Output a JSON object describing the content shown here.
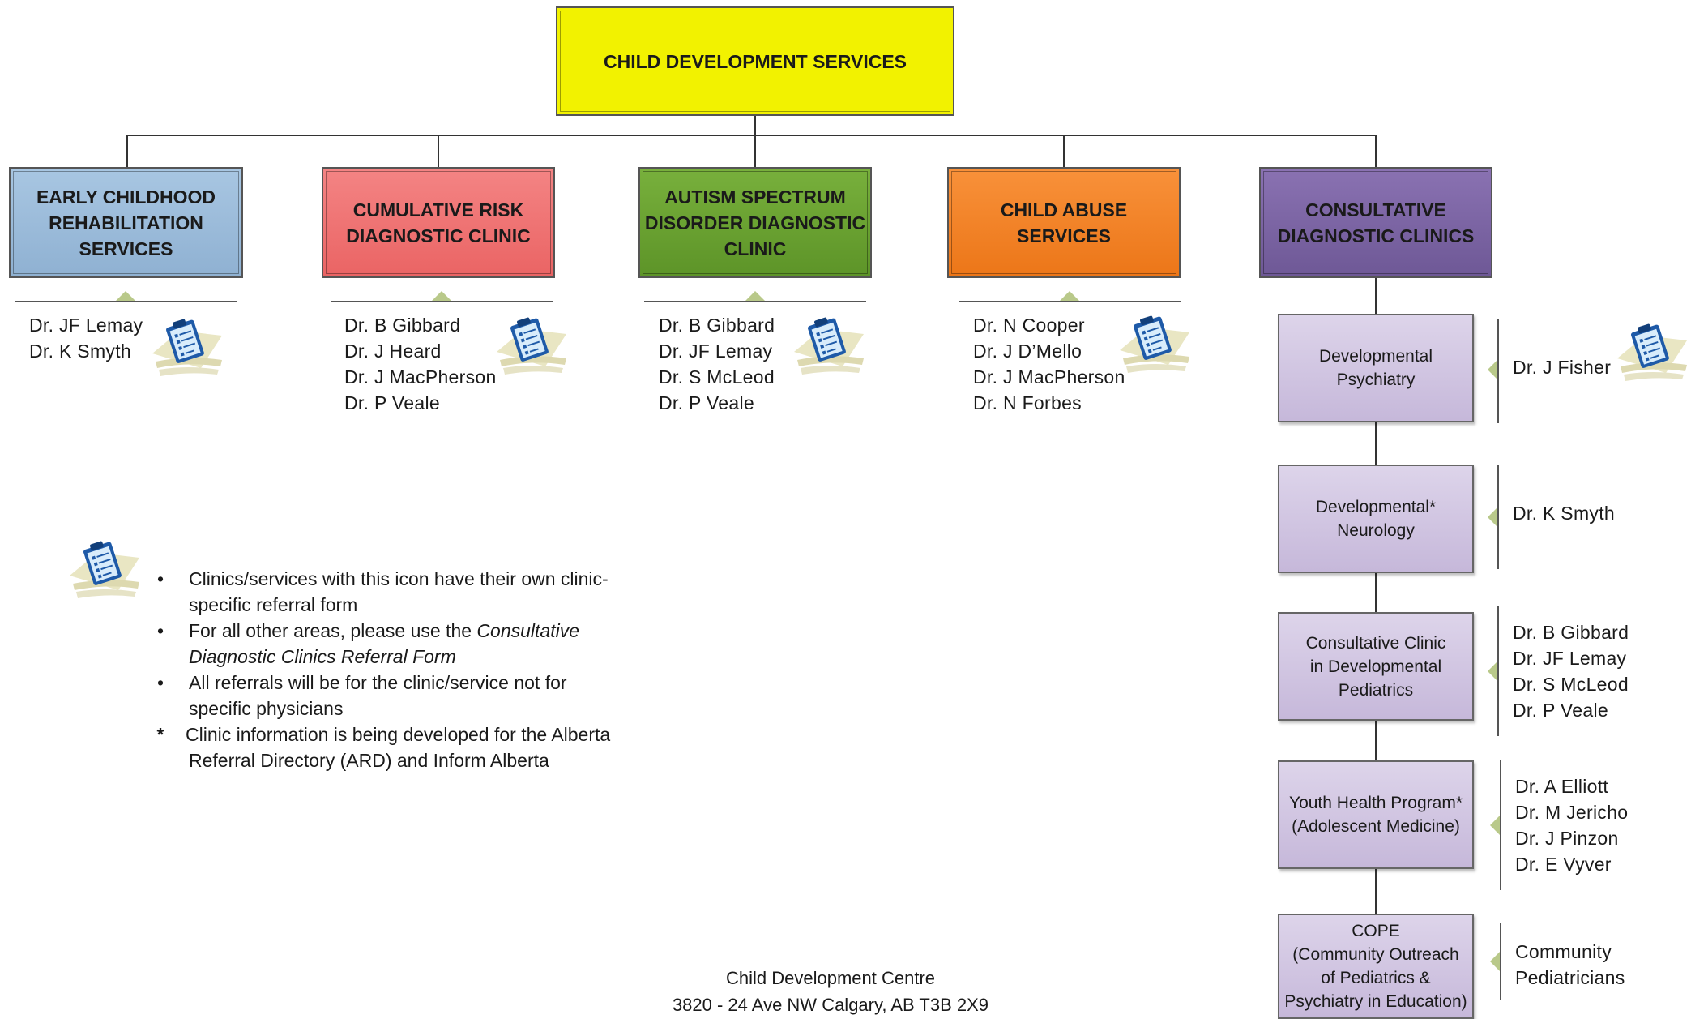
{
  "title": "CHILD DEVELOPMENT SERVICES",
  "colors": {
    "title_fill": "#f2f200",
    "early_childhood": "#9bbbd9",
    "cumulative_risk": "#f07272",
    "autism": "#6aa132",
    "child_abuse": "#f28322",
    "consultative": "#7a63a3",
    "sub_clinic": "#d0c5e0",
    "icon": "clipboard-icon"
  },
  "services": [
    {
      "label": "EARLY CHILDHOOD\nREHABILITATION\nSERVICES",
      "doctors": [
        "Dr. JF Lemay",
        "Dr. K Smyth"
      ]
    },
    {
      "label": "CUMULATIVE RISK\nDIAGNOSTIC CLINIC",
      "doctors": [
        "Dr. B Gibbard",
        "Dr. J Heard",
        "Dr. J MacPherson",
        "Dr. P Veale"
      ]
    },
    {
      "label": "AUTISM SPECTRUM\nDISORDER DIAGNOSTIC\nCLINIC",
      "doctors": [
        "Dr. B Gibbard",
        "Dr. JF Lemay",
        "Dr. S McLeod",
        "Dr. P Veale"
      ]
    },
    {
      "label": "CHILD ABUSE\nSERVICES",
      "doctors": [
        "Dr. N Cooper",
        "Dr. J D’Mello",
        "Dr. J MacPherson",
        "Dr. N Forbes"
      ]
    },
    {
      "label": "CONSULTATIVE\nDIAGNOSTIC CLINICS"
    }
  ],
  "consultative_clinics": [
    {
      "label": "Developmental\nPsychiatry",
      "doctors": [
        "Dr. J Fisher"
      ]
    },
    {
      "label": "Developmental*\nNeurology",
      "doctors": [
        "Dr. K Smyth"
      ]
    },
    {
      "label": "Consultative Clinic\nin Developmental\nPediatrics",
      "doctors": [
        "Dr. B Gibbard",
        "Dr. JF Lemay",
        "Dr. S McLeod",
        "Dr. P Veale"
      ]
    },
    {
      "label": "Youth Health Program*\n(Adolescent Medicine)",
      "doctors": [
        "Dr. A Elliott",
        "Dr. M Jericho",
        "Dr. J Pinzon",
        "Dr. E Vyver"
      ]
    },
    {
      "label": "COPE\n(Community Outreach\nof Pediatrics &\nPsychiatry in Education)",
      "doctors": [
        "Community",
        "Pediatricians"
      ]
    }
  ],
  "legend": {
    "bullet": "•",
    "star": "*",
    "item1_line1": "Clinics/services with this icon have their own clinic-",
    "item1_line2": "specific referral form",
    "item2_line1_prefix": "For all other areas, please use the ",
    "item2_line1_italic": "Consultative",
    "item2_line2_italic": "Diagnostic Clinics Referral Form",
    "item3_line1": "All referrals will be for the clinic/service not for",
    "item3_line2": "specific physicians",
    "item4_line1": "Clinic information is being developed for the Alberta",
    "item4_line2": "Referral Directory (ARD) and Inform Alberta"
  },
  "footer": {
    "line1": "Child Development Centre",
    "line2": "3820 - 24 Ave NW   Calgary, AB  T3B 2X9"
  }
}
